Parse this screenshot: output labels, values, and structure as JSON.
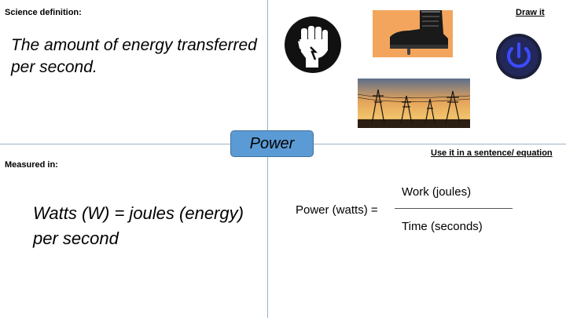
{
  "quadrants": {
    "top_left_label": "Science definition:",
    "top_right_label": "Draw it",
    "bottom_left_label": "Measured in:",
    "bottom_right_label": "Use it in a sentence/ equation"
  },
  "definition": "The amount of energy transferred per second.",
  "center_title": "Power",
  "measured_in": "Watts (W) = joules (energy) per second",
  "equation": {
    "left": "Power (watts) =",
    "numerator": "Work (joules)",
    "denominator": "Time (seconds)"
  },
  "images": {
    "fist": "fist-icon",
    "boot": "boot-stomp-picture",
    "power_button": "power-button-icon",
    "pylons": "power-pylons-sunset-photo"
  },
  "colors": {
    "title_box": "#5b9bd5",
    "divider": "#9bb3c8"
  }
}
